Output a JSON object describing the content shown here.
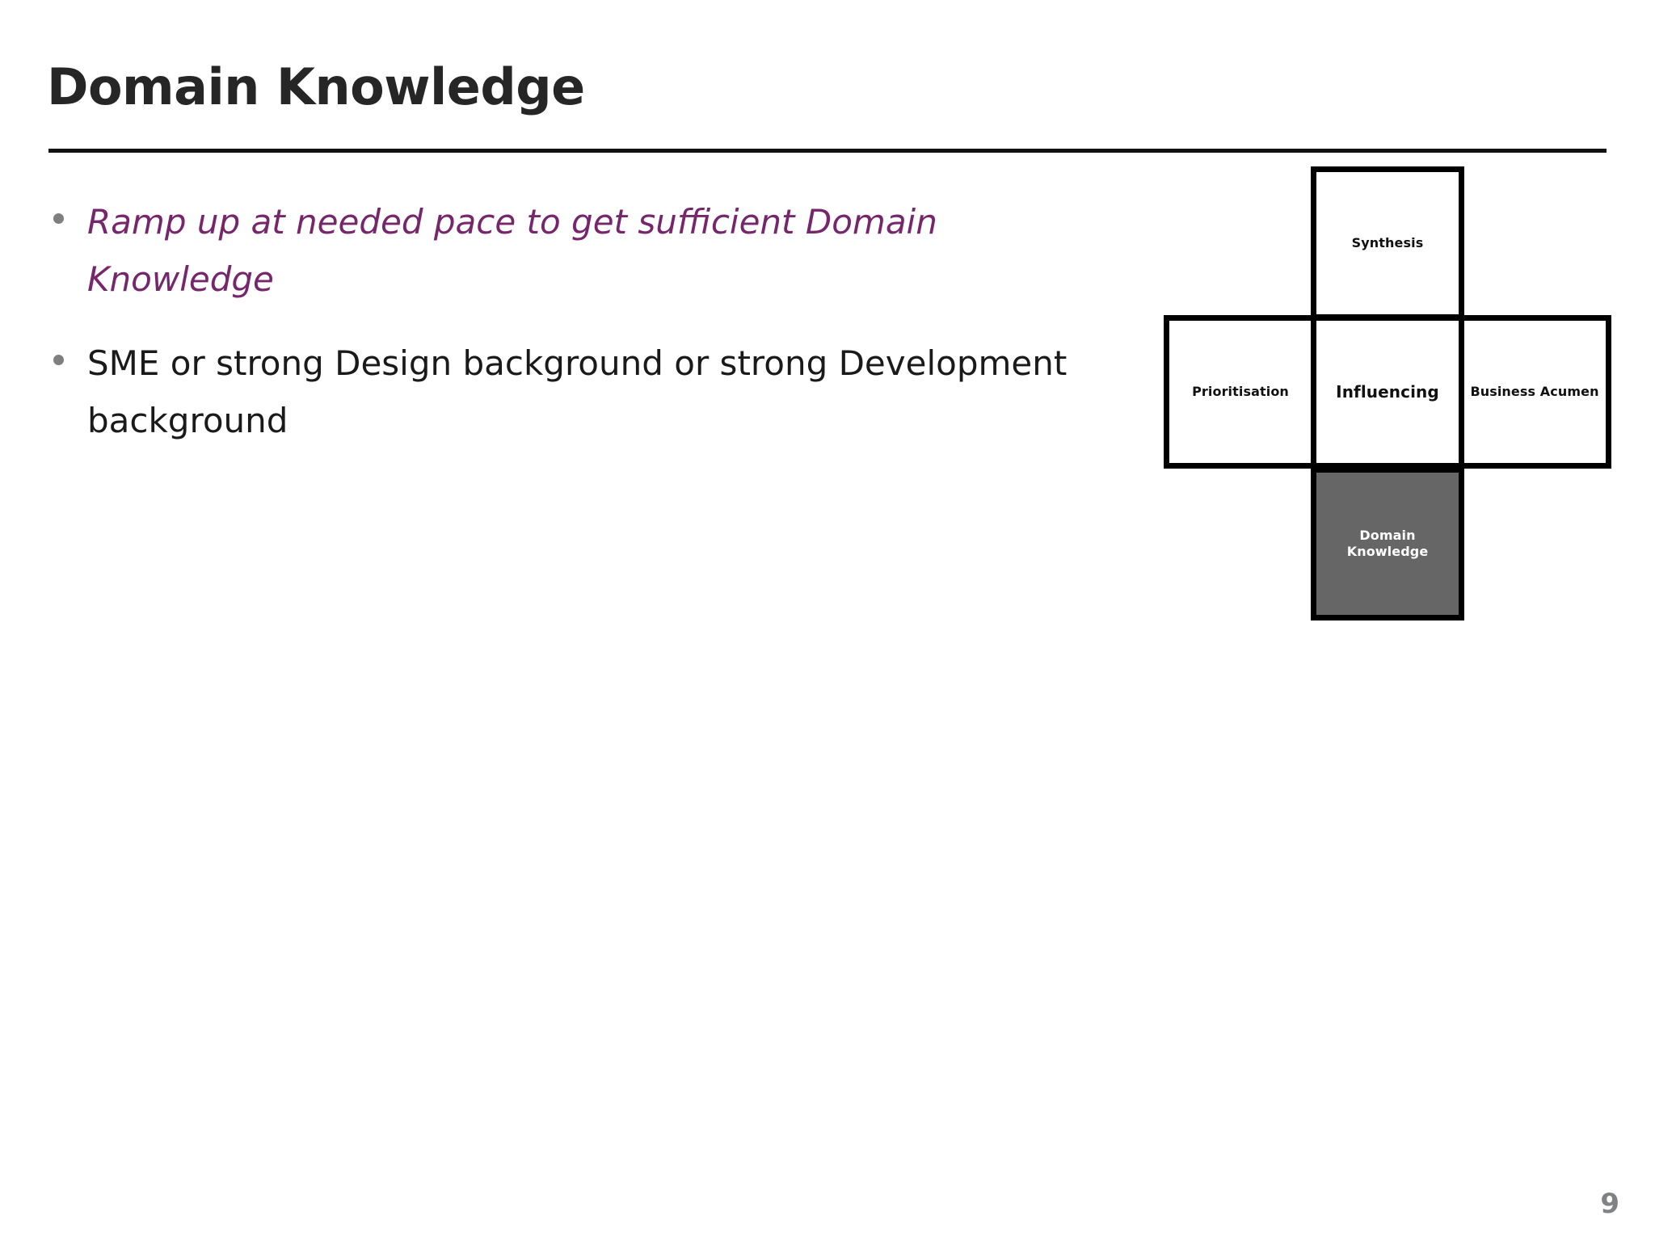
{
  "slide": {
    "title": "Domain Knowledge",
    "page_number": "9",
    "colors": {
      "title": "#262626",
      "rule": "#111111",
      "accent_purple": "#76276b",
      "body_text": "#1a1a1a",
      "bullet_dot": "#7f7f7f",
      "highlight_fill": "#666666",
      "highlight_text": "#ffffff",
      "page_number": "#808285"
    }
  },
  "bullets": [
    {
      "text": "Ramp up at needed pace to get sufficient Domain Knowledge",
      "style": "accent-italic"
    },
    {
      "text": "SME or strong Design background or strong Development background",
      "style": "plain"
    }
  ],
  "diagram": {
    "type": "cross-matrix",
    "cells": [
      {
        "position": "top",
        "label": "Synthesis",
        "highlighted": false
      },
      {
        "position": "left",
        "label": "Prioritisation",
        "highlighted": false
      },
      {
        "position": "center",
        "label": "Influencing",
        "highlighted": false
      },
      {
        "position": "right",
        "label": "Business Acumen",
        "highlighted": false
      },
      {
        "position": "bottom",
        "label": "Domain Knowledge",
        "highlighted": true
      }
    ]
  }
}
